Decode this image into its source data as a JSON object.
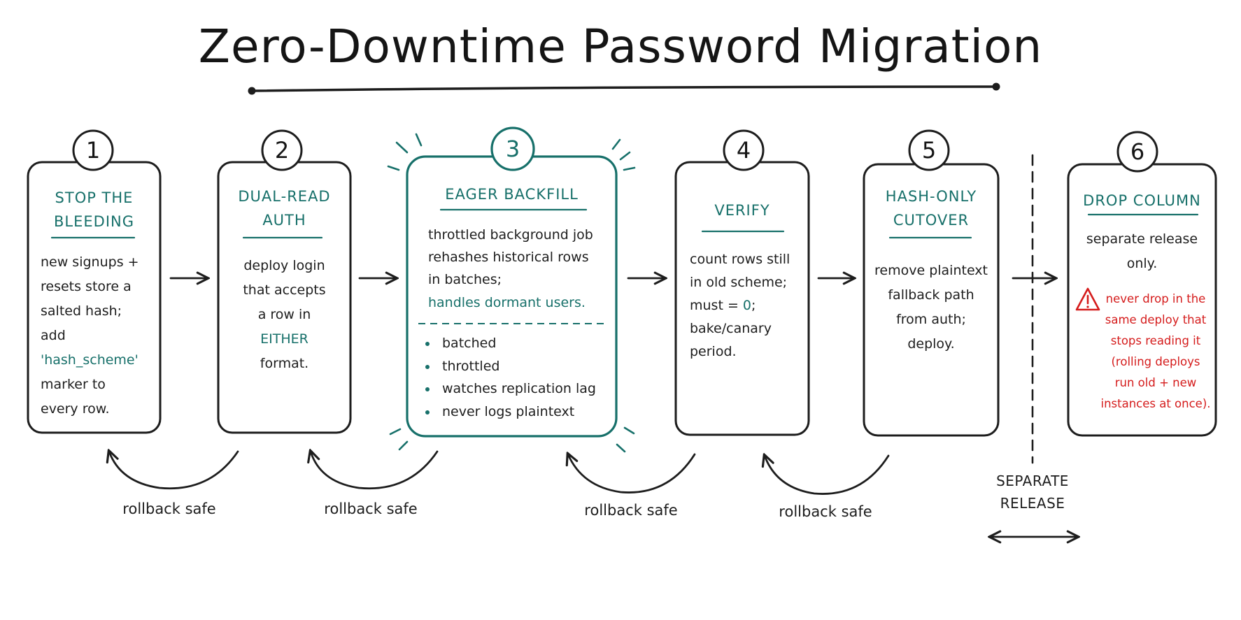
{
  "title": "Zero-Downtime Password Migration",
  "colors": {
    "ink": "#1d1d1d",
    "accent": "#17706a",
    "warning": "#d51c1c"
  },
  "steps": [
    {
      "number": "1",
      "title": "STOP THE\nBLEEDING",
      "body_before": "new signups +\nresets store a\nsalted hash;\nadd ",
      "code": "'hash_scheme'",
      "body_after": "\nmarker to\nevery row."
    },
    {
      "number": "2",
      "title": "DUAL-READ\nAUTH",
      "body_before": "deploy login\nthat accepts\na row in\n",
      "emphasis": "EITHER",
      "body_after": "\nformat."
    },
    {
      "number": "3",
      "title": "EAGER BACKFILL",
      "body": "throttled background job\nrehashes historical rows\nin batches;",
      "highlight": "handles dormant users.",
      "bullets": [
        "batched",
        "throttled",
        "watches replication lag",
        "never logs plaintext"
      ]
    },
    {
      "number": "4",
      "title": "VERIFY",
      "body_before": "count rows still\nin old scheme;\nmust = ",
      "value": "0",
      "body_after": ";\nbake/canary\nperiod."
    },
    {
      "number": "5",
      "title": "HASH-ONLY\nCUTOVER",
      "body": "remove plaintext\nfallback path\nfrom auth;\ndeploy."
    },
    {
      "number": "6",
      "title": "DROP COLUMN",
      "body": "separate release\nonly.",
      "warning": "never drop in the\nsame deploy that\nstops reading it\n(rolling deploys\nrun old + new\ninstances at once).",
      "warning_icon": "warning-triangle-icon"
    }
  ],
  "rollback_label": "rollback safe",
  "rollback_labels": [
    "rollback safe",
    "rollback safe",
    "rollback safe",
    "rollback safe"
  ],
  "separator_label": "SEPARATE\nRELEASE"
}
